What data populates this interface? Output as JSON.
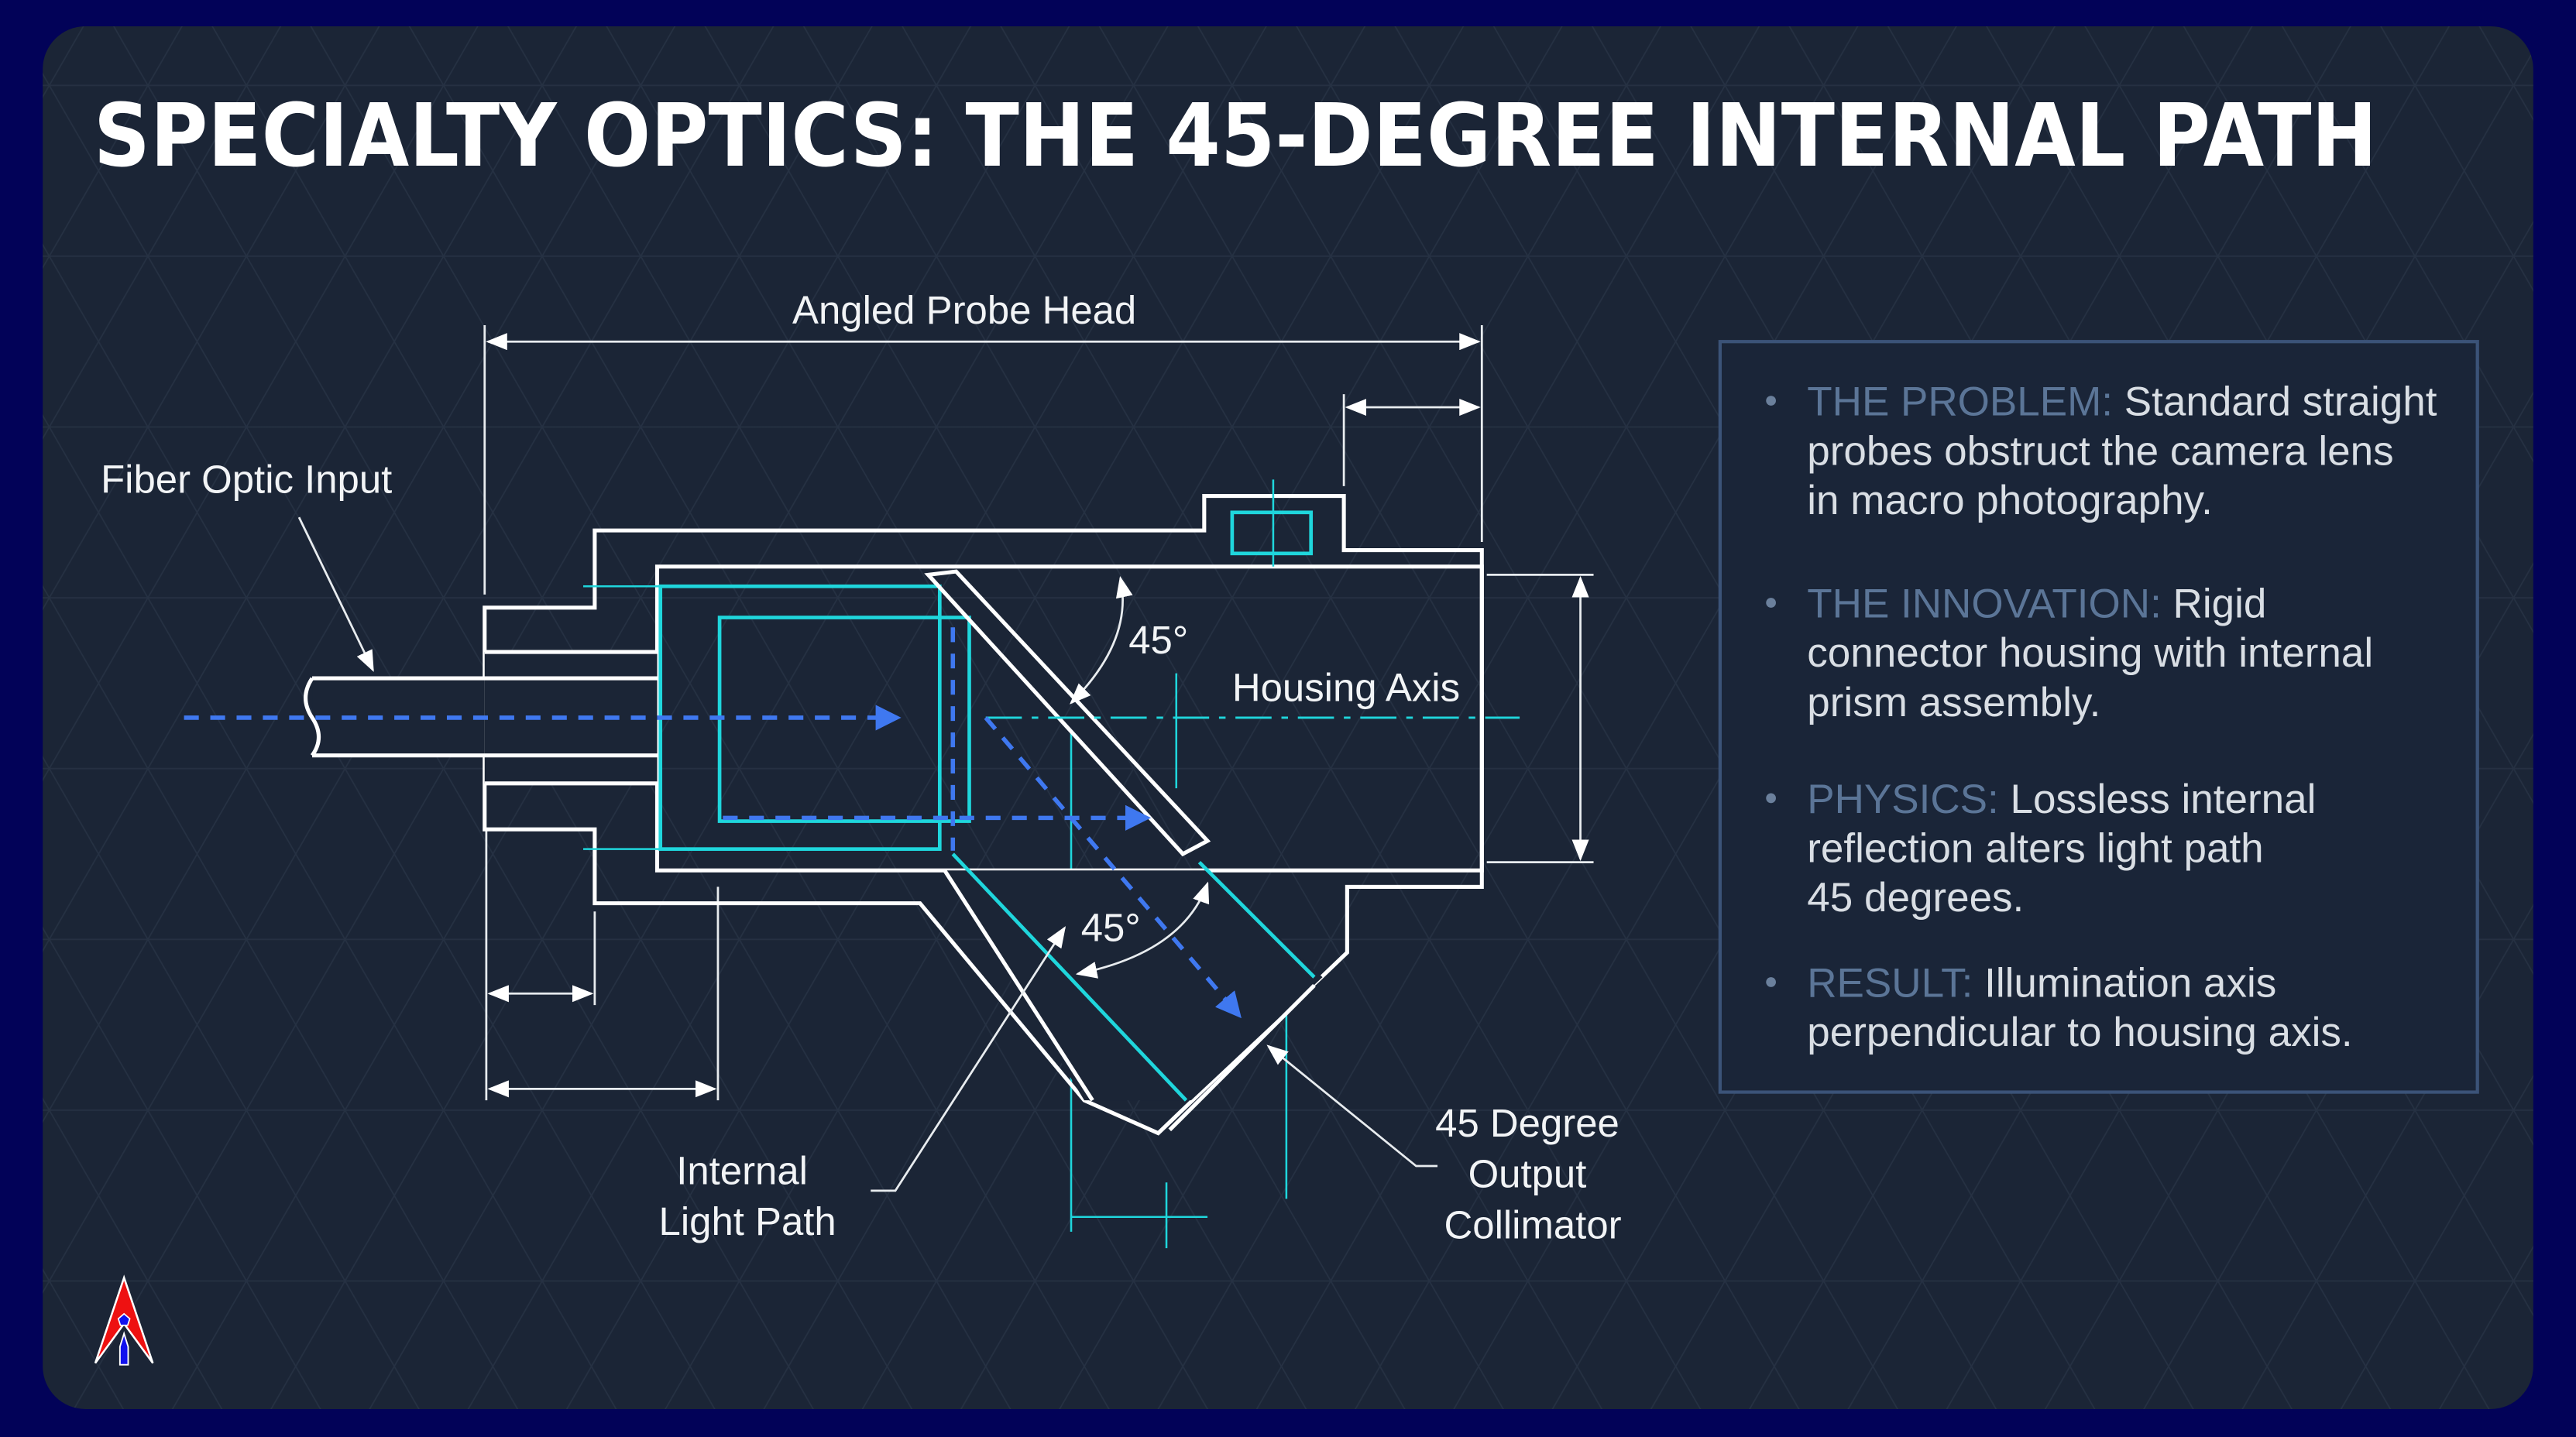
{
  "title": "SPECIALTY OPTICS: THE 45-DEGREE INTERNAL PATH",
  "diagram": {
    "dimension_label": "Angled Probe Head",
    "fiber_label": "Fiber Optic Input",
    "axis_label": "Housing Axis",
    "angle_top": "45°",
    "angle_bottom": "45°",
    "light_path_label": [
      "Internal",
      "Light Path"
    ],
    "collimator_label": [
      "45 Degree",
      "Output",
      "Collimator"
    ]
  },
  "panel": {
    "items": [
      {
        "label": "THE PROBLEM:",
        "lines": [
          " Standard straight",
          "probes obstruct the camera lens",
          "in macro photography."
        ]
      },
      {
        "label": "THE INNOVATION:",
        "lines": [
          " Rigid",
          "connector housing with internal",
          "prism assembly."
        ]
      },
      {
        "label": "PHYSICS:",
        "lines": [
          " Lossless internal",
          "reflection alters light path",
          "45 degrees."
        ]
      },
      {
        "label": "RESULT:",
        "lines": [
          " Illumination axis",
          "perpendicular to housing axis."
        ]
      }
    ]
  },
  "colors": {
    "frame": "#020258",
    "background": "#1b2536",
    "cyan": "#1fd6dc",
    "light_path": "#3f78f0",
    "label_muted": "#5b7597"
  },
  "logo": {
    "name": "red-blue-arrow-logo"
  }
}
